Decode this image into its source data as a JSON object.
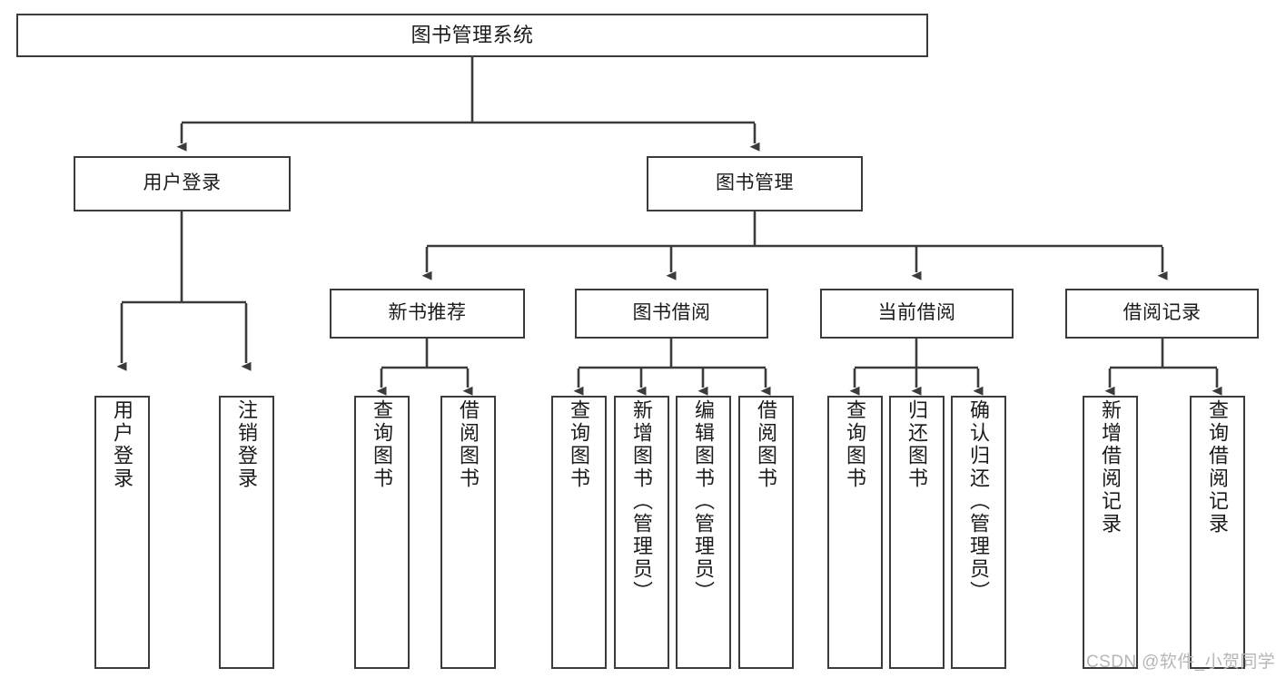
{
  "diagram": {
    "title": "图书管理系统",
    "type": "tree-hierarchy-chart",
    "colors": {
      "background": "#ffffff",
      "border": "#3b3b3b",
      "text": "#1b1b1b",
      "edge": "#3b3b3b",
      "watermark": "#b6b6b6"
    },
    "nodes": {
      "root": {
        "label": "图书管理系统"
      },
      "level1": [
        {
          "id": "user-login",
          "label": "用户登录"
        },
        {
          "id": "book-management",
          "label": "图书管理"
        }
      ],
      "level2": [
        {
          "id": "new-book-recommend",
          "label": "新书推荐"
        },
        {
          "id": "book-borrow",
          "label": "图书借阅"
        },
        {
          "id": "current-borrow",
          "label": "当前借阅"
        },
        {
          "id": "borrow-record",
          "label": "借阅记录"
        }
      ],
      "leaves": {
        "user-login": [
          {
            "id": "leaf-user-login",
            "label": "用户登录"
          },
          {
            "id": "leaf-logout-login",
            "label": "注销登录"
          }
        ],
        "new-book-recommend": [
          {
            "id": "leaf-query-book-1",
            "label": "查询图书"
          },
          {
            "id": "leaf-borrow-book-1",
            "label": "借阅图书"
          }
        ],
        "book-borrow": [
          {
            "id": "leaf-query-book-2",
            "label": "查询图书"
          },
          {
            "id": "leaf-add-book",
            "label": "新增图书（管理员）"
          },
          {
            "id": "leaf-edit-book",
            "label": "编辑图书（管理员）"
          },
          {
            "id": "leaf-borrow-book-2",
            "label": "借阅图书"
          }
        ],
        "current-borrow": [
          {
            "id": "leaf-query-book-3",
            "label": "查询图书"
          },
          {
            "id": "leaf-return-book",
            "label": "归还图书"
          },
          {
            "id": "leaf-confirm-return",
            "label": "确认归还（管理员）"
          }
        ],
        "borrow-record": [
          {
            "id": "leaf-add-record",
            "label": "新增借阅记录"
          },
          {
            "id": "leaf-query-record",
            "label": "查询借阅记录"
          }
        ]
      }
    },
    "watermark": "CSDN @软件_小贺同学"
  }
}
